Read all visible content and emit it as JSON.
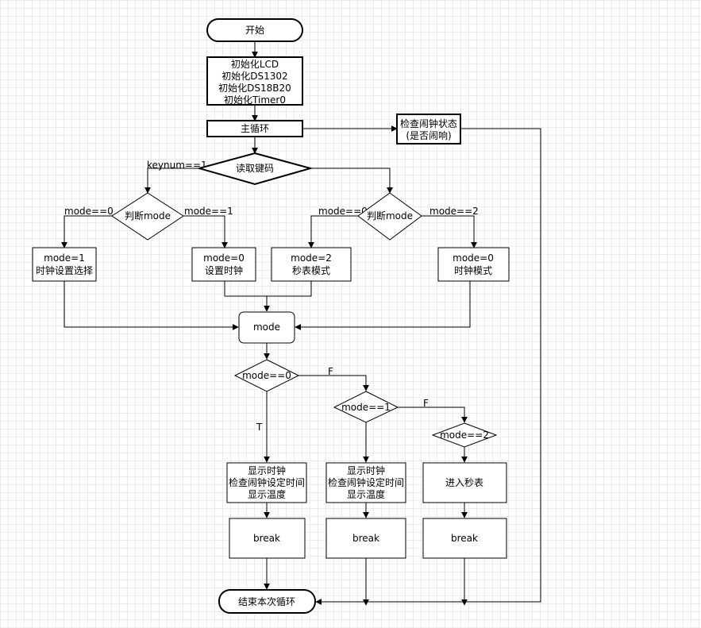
{
  "nodes": {
    "start": "开始",
    "init": [
      "初始化LCD",
      "初始化DS1302",
      "初始化DS18B20",
      "初始化Timer0"
    ],
    "main_loop": "主循环",
    "check_alarm": [
      "检查闹钟状态",
      "(是否闹响)"
    ],
    "read_key": "读取键码",
    "judge_mode_left": "判断mode",
    "judge_mode_right": "判断mode",
    "mode1_clock_select": [
      "mode=1",
      "时钟设置选择"
    ],
    "mode0_set_clock": [
      "mode=0",
      "设置时钟"
    ],
    "mode2_stopwatch": [
      "mode=2",
      "秒表模式"
    ],
    "mode0_clock_mode": [
      "mode=0",
      "时钟模式"
    ],
    "mode": "mode",
    "cond_mode0": "mode==0",
    "cond_mode1": "mode==1",
    "cond_mode2": "mode==2",
    "action_a": [
      "显示时钟",
      "检查闹钟设定时间",
      "显示温度"
    ],
    "action_b": [
      "显示时钟",
      "检查闹钟设定时间",
      "显示温度"
    ],
    "action_c": "进入秒表",
    "break_a": "break",
    "break_b": "break",
    "break_c": "break",
    "end": "结束本次循环"
  },
  "edge_labels": {
    "keynum": "keynum==1",
    "left_mode0": "mode==0",
    "left_mode1": "mode==1",
    "right_mode0": "mode==0",
    "right_mode2": "mode==2",
    "true_label": "T",
    "false_label_1": "F",
    "false_label_2": "F"
  }
}
